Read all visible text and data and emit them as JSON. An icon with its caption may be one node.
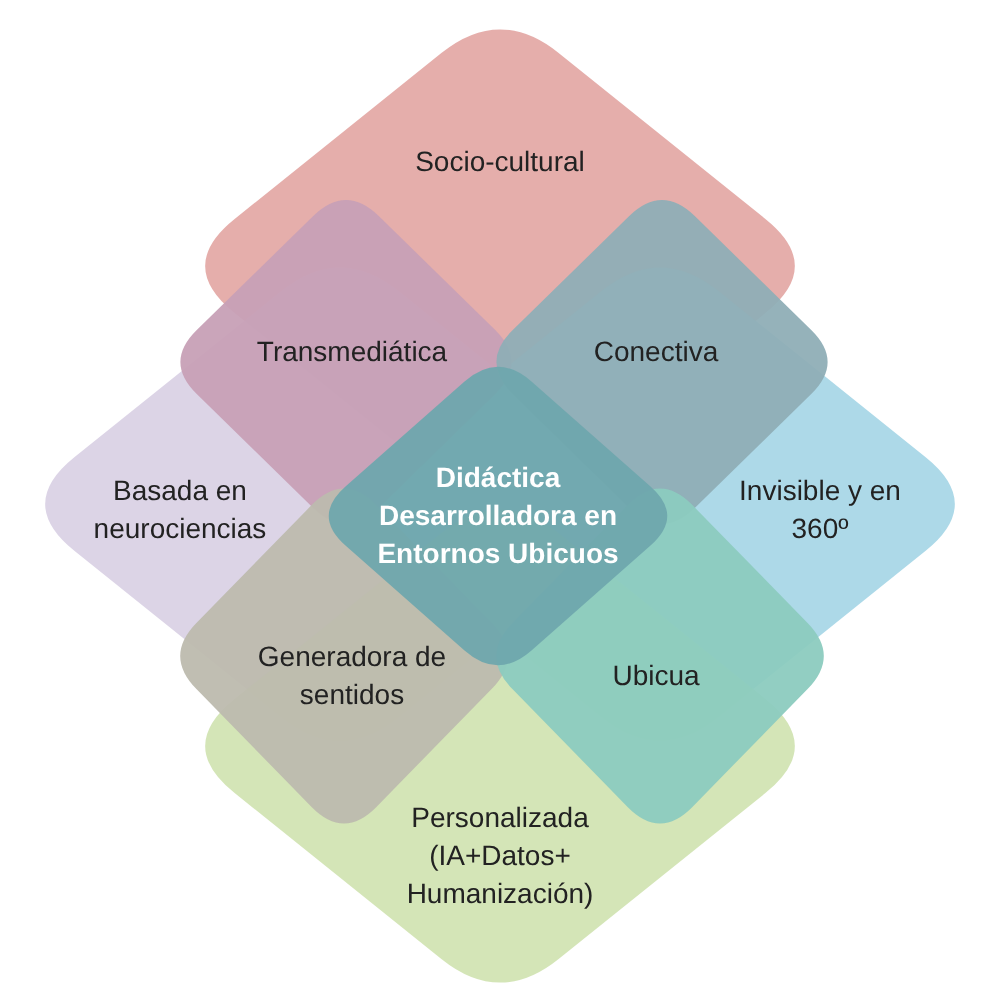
{
  "diagram": {
    "nodes": [
      {
        "text": [
          "Socio-cultural"
        ]
      },
      {
        "text": [
          "Transmediática"
        ]
      },
      {
        "text": [
          "Conectiva"
        ]
      },
      {
        "text": [
          "Basada en neurociencias"
        ]
      },
      {
        "text": [
          "Didáctica Desarrolladora en Entornos Ubicuos"
        ]
      },
      {
        "text": [
          "Invisible y en 360º"
        ]
      },
      {
        "text": [
          "Generadora de sentidos"
        ]
      },
      {
        "text": [
          "Ubicua"
        ]
      },
      {
        "text": [
          "Personalizada (IA+Datos+ Humanización)"
        ]
      }
    ]
  }
}
